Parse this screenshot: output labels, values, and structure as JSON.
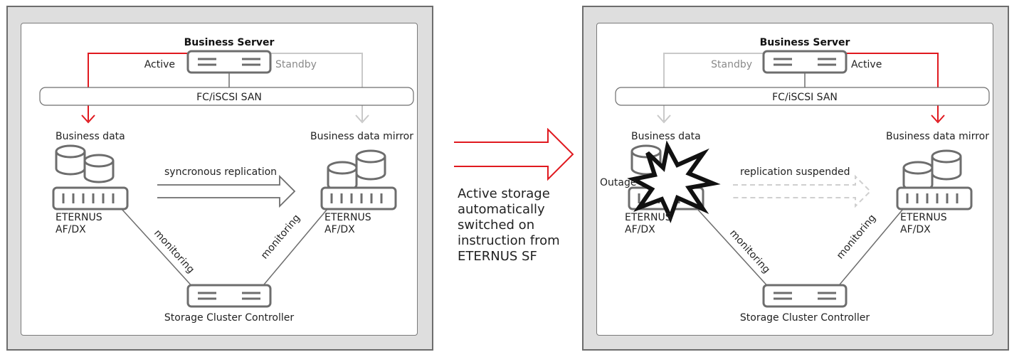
{
  "left": {
    "server": "Business Server",
    "active": "Active",
    "standby": "Standby",
    "san": "FC/iSCSI SAN",
    "data_primary": "Business data",
    "data_mirror": "Business data mirror",
    "replication": "syncronous replication",
    "storage_a_1": "ETERNUS",
    "storage_a_2": "AF/DX",
    "storage_b_1": "ETERNUS",
    "storage_b_2": "AF/DX",
    "monitoring_a": "monitoring",
    "monitoring_b": "monitoring",
    "controller": "Storage Cluster Controller"
  },
  "right": {
    "server": "Business Server",
    "standby": "Standby",
    "active": "Active",
    "san": "FC/iSCSI SAN",
    "data_primary": "Business data",
    "data_mirror": "Business data mirror",
    "outage": "Outage",
    "replication": "replication suspended",
    "storage_a_1": "ETERNUS",
    "storage_a_2": "AF/DX",
    "storage_b_1": "ETERNUS",
    "storage_b_2": "AF/DX",
    "monitoring_a": "monitoring",
    "monitoring_b": "monitoring",
    "controller": "Storage Cluster Controller"
  },
  "middle": {
    "lines": [
      "Active storage",
      "automatically",
      "switched on",
      "instruction from",
      "ETERNUS SF"
    ]
  },
  "colors": {
    "active_path": "#e0191f",
    "standby_path": "#c9c9c9",
    "device": "#6d6d6d",
    "panel_bg": "#dedede"
  }
}
